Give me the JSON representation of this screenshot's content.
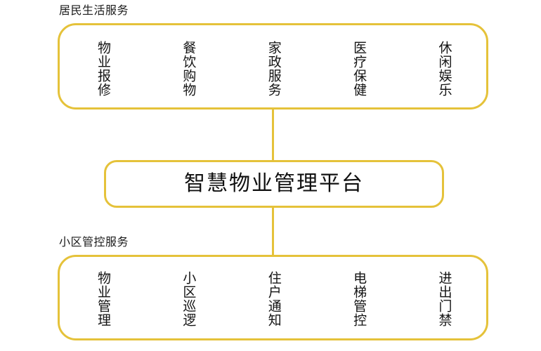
{
  "diagram": {
    "title": "智慧物业管理平台",
    "accent_color": "#E5C23A",
    "background_color": "#FFFFFF",
    "text_color": "#141414",
    "sections": {
      "top": {
        "caption": "居民生活服务",
        "items": [
          {
            "label": "物业报修"
          },
          {
            "label": "餐饮购物"
          },
          {
            "label": "家政服务"
          },
          {
            "label": "医疗保健"
          },
          {
            "label": "休闲娱乐"
          }
        ]
      },
      "center": {
        "label": "智慧物业管理平台"
      },
      "bottom": {
        "caption": "小区管控服务",
        "items": [
          {
            "label": "物业管理"
          },
          {
            "label": "小区巡逻"
          },
          {
            "label": "住户通知"
          },
          {
            "label": "电梯管控"
          },
          {
            "label": "进出门禁"
          }
        ]
      }
    }
  }
}
